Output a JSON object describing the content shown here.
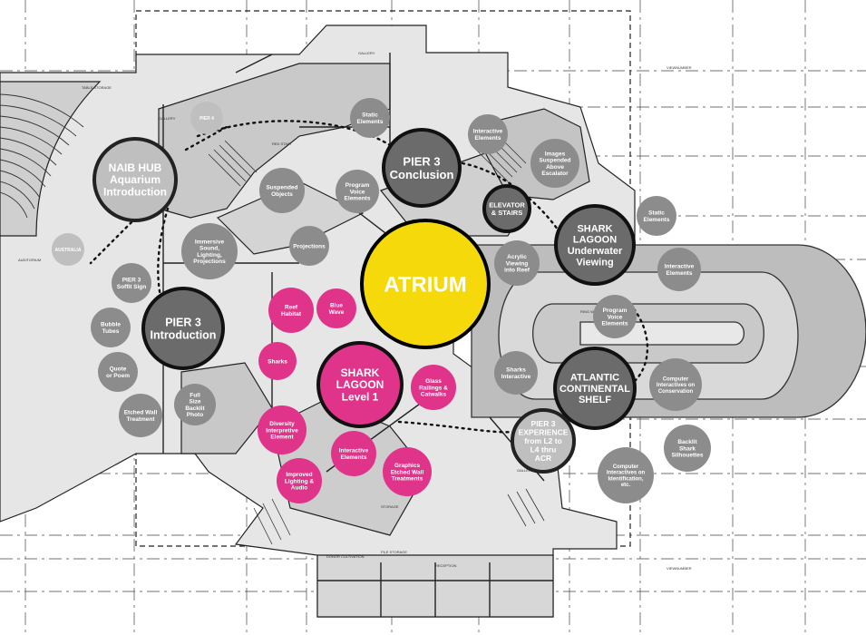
{
  "colors": {
    "background": "#ffffff",
    "plan_line": "#222222",
    "plan_fill": "#bdbdbd",
    "plan_fill_light": "#d9d9d9",
    "dark_node": "#6b6b6b",
    "mid_node": "#8c8c8c",
    "light_node": "#bfbfbf",
    "atrium": "#f5d90a",
    "magenta": "#e0338a",
    "text_light": "#ffffff"
  },
  "primary_nodes": [
    {
      "id": "atrium",
      "label": [
        "ATRIUM"
      ],
      "tone": "atrium"
    },
    {
      "id": "pier3-conclusion",
      "label": [
        "PIER 3",
        "Conclusion"
      ],
      "tone": "dark"
    },
    {
      "id": "naib-hub",
      "label": [
        "NAIB HUB",
        "Aquarium",
        "Introduction"
      ],
      "tone": "light"
    },
    {
      "id": "pier3-introduction",
      "label": [
        "PIER 3",
        "Introduction"
      ],
      "tone": "dark"
    },
    {
      "id": "shark-lagoon-underwater",
      "label": [
        "SHARK",
        "LAGOON",
        "Underwater",
        "Viewing"
      ],
      "tone": "dark"
    },
    {
      "id": "atlantic-continental-shelf",
      "label": [
        "ATLANTIC",
        "CONTINENTAL",
        "SHELF"
      ],
      "tone": "dark"
    },
    {
      "id": "shark-lagoon-level1",
      "label": [
        "SHARK",
        "LAGOON",
        "Level 1"
      ],
      "tone": "magenta"
    },
    {
      "id": "pier3-experience",
      "label": [
        "PIER 3",
        "EXPERIENCE",
        "from L2 to",
        "L4 thru",
        "ACR"
      ],
      "tone": "light"
    },
    {
      "id": "elevator-stairs",
      "label": [
        "ELEVATOR",
        "& STAIRS"
      ],
      "tone": "dark"
    }
  ],
  "secondary_nodes": [
    {
      "id": "pier4",
      "label": [
        "PIER 4"
      ],
      "tone": "light"
    },
    {
      "id": "australia",
      "label": [
        "AUSTRALIA"
      ],
      "tone": "light"
    },
    {
      "id": "static-elements-top",
      "label": [
        "Static",
        "Elements"
      ],
      "tone": "mid"
    },
    {
      "id": "interactive-elements-top",
      "label": [
        "Interactive",
        "Elements"
      ],
      "tone": "mid"
    },
    {
      "id": "images-suspended",
      "label": [
        "Images",
        "Suspended",
        "Above",
        "Escalator"
      ],
      "tone": "mid"
    },
    {
      "id": "suspended-objects",
      "label": [
        "Suspended",
        "Objects"
      ],
      "tone": "mid"
    },
    {
      "id": "program-voice-top",
      "label": [
        "Program",
        "Voice",
        "Elements"
      ],
      "tone": "mid"
    },
    {
      "id": "static-elements-right",
      "label": [
        "Static",
        "Elements"
      ],
      "tone": "mid"
    },
    {
      "id": "immersive",
      "label": [
        "Immersive",
        "Sound,",
        "Lighting,",
        "Projections"
      ],
      "tone": "mid"
    },
    {
      "id": "projections",
      "label": [
        "Projections"
      ],
      "tone": "mid"
    },
    {
      "id": "acrylic",
      "label": [
        "Acrylic",
        "Viewing",
        "into Reef"
      ],
      "tone": "mid"
    },
    {
      "id": "interactive-elements-right",
      "label": [
        "Interactive",
        "Elements"
      ],
      "tone": "mid"
    },
    {
      "id": "pier3-soffit",
      "label": [
        "PIER 3",
        "Soffit Sign"
      ],
      "tone": "mid"
    },
    {
      "id": "bubble-tubes",
      "label": [
        "Bubble",
        "Tubes"
      ],
      "tone": "mid"
    },
    {
      "id": "quote-poem",
      "label": [
        "Quote",
        "or Poem"
      ],
      "tone": "mid"
    },
    {
      "id": "etched-wall",
      "label": [
        "Etched Wall",
        "Treatment"
      ],
      "tone": "mid"
    },
    {
      "id": "full-size-backlit",
      "label": [
        "Full",
        "Size",
        "Backlit",
        "Photo"
      ],
      "tone": "mid"
    },
    {
      "id": "program-voice-right",
      "label": [
        "Program",
        "Voice",
        "Elements"
      ],
      "tone": "mid"
    },
    {
      "id": "sharks-interactive",
      "label": [
        "Sharks",
        "Interactive"
      ],
      "tone": "mid"
    },
    {
      "id": "computer-conservation",
      "label": [
        "Computer",
        "Interactives on",
        "Conservation"
      ],
      "tone": "mid"
    },
    {
      "id": "backlit-shark",
      "label": [
        "Backlit",
        "Shark",
        "Silhouettes"
      ],
      "tone": "mid"
    },
    {
      "id": "computer-identification",
      "label": [
        "Computer",
        "Interactives on",
        "Identification,",
        "etc."
      ],
      "tone": "mid"
    },
    {
      "id": "reef-habitat",
      "label": [
        "Reef",
        "Habitat"
      ],
      "tone": "magenta"
    },
    {
      "id": "blue-wave",
      "label": [
        "Blue",
        "Wave"
      ],
      "tone": "magenta"
    },
    {
      "id": "sharks",
      "label": [
        "Sharks"
      ],
      "tone": "magenta"
    },
    {
      "id": "glass-railings",
      "label": [
        "Glass",
        "Railings &",
        "Catwalks"
      ],
      "tone": "magenta"
    },
    {
      "id": "diversity",
      "label": [
        "Diversity",
        "Interpretive",
        "Element"
      ],
      "tone": "magenta"
    },
    {
      "id": "interactive-elements-pink",
      "label": [
        "Interactive",
        "Elements"
      ],
      "tone": "magenta"
    },
    {
      "id": "improved-lighting",
      "label": [
        "Improved",
        "Lighting &",
        "Audio"
      ],
      "tone": "magenta"
    },
    {
      "id": "graphics-etched",
      "label": [
        "Graphics",
        "Etched Wall",
        "Treatments"
      ],
      "tone": "magenta"
    }
  ]
}
